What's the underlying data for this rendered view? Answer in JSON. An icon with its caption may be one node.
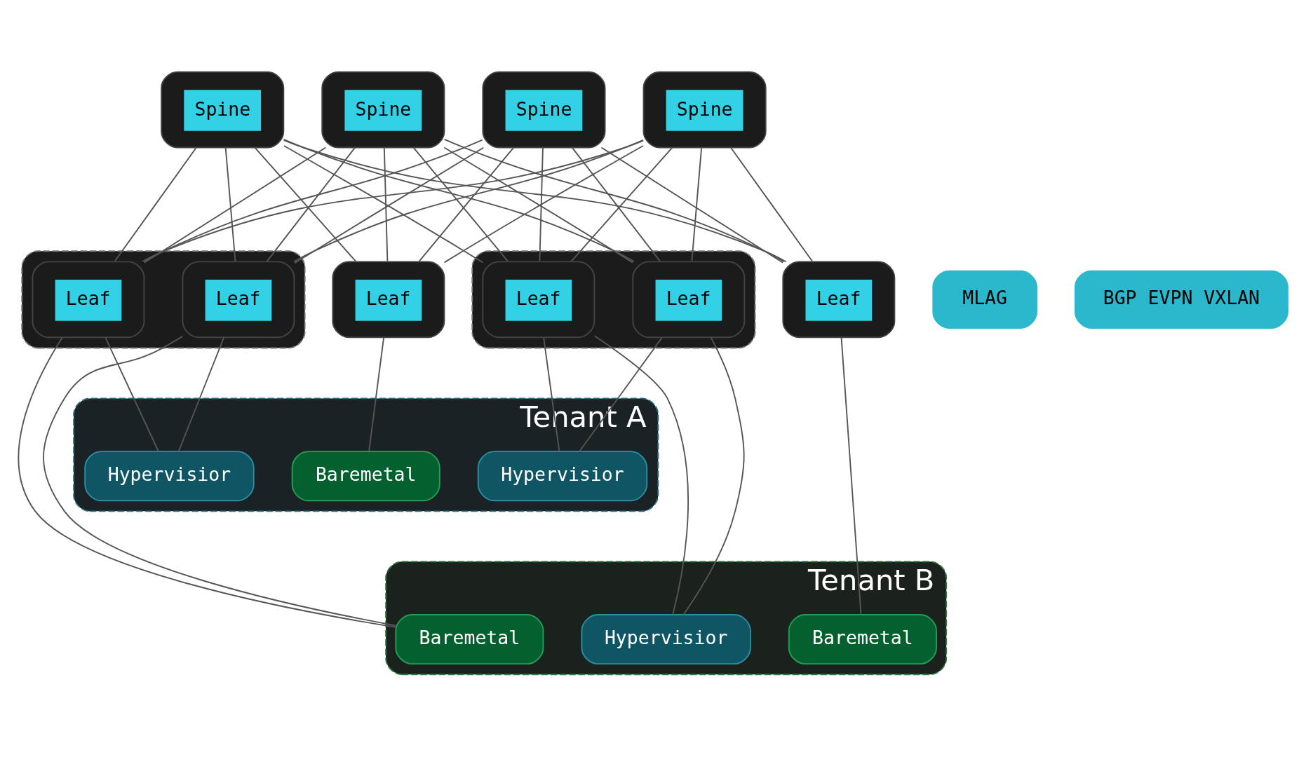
{
  "diagram": {
    "nodes": [
      {
        "text": [
          "Spine"
        ]
      },
      {
        "text": [
          "Spine"
        ]
      },
      {
        "text": [
          "Spine"
        ]
      },
      {
        "text": [
          "Spine"
        ]
      },
      {
        "text": [],
        "shape": "box"
      },
      {
        "text": [
          "Leaf"
        ],
        "in": 4
      },
      {
        "text": [
          "Leaf"
        ],
        "in": 4
      },
      {
        "text": [
          "Leaf"
        ]
      },
      {
        "text": [
          "Leaf"
        ]
      },
      {
        "text": [],
        "shape": "box"
      },
      {
        "text": [
          "Leaf"
        ],
        "in": 9
      },
      {
        "text": [
          "Leaf"
        ],
        "in": 9
      },
      {
        "text": [
          "MLAG"
        ]
      },
      {
        "text": [
          "BGP EVPN VXLAN"
        ]
      },
      {
        "text": [
          "Tenant A"
        ]
      },
      {
        "text": [
          "Hypervisior"
        ],
        "in": 14
      },
      {
        "text": [
          "Baremetal"
        ],
        "in": 14
      },
      {
        "text": [
          "Hypervisior"
        ],
        "in": 14
      },
      {
        "text": [
          "Tenant B"
        ]
      },
      {
        "text": [
          "Hypervisior"
        ],
        "in": 18
      },
      {
        "text": [
          "Baremetal"
        ],
        "in": 18
      },
      {
        "text": [
          "Baremetal"
        ],
        "in": 18
      }
    ],
    "edges": [
      {
        "from": 0,
        "to": 5,
        "arrow": "none"
      },
      {
        "from": 0,
        "to": 6,
        "arrow": "none"
      },
      {
        "from": 0,
        "to": 7,
        "arrow": "none"
      },
      {
        "from": 0,
        "to": 8,
        "arrow": "none"
      },
      {
        "from": 0,
        "to": 10,
        "arrow": "none"
      },
      {
        "from": 0,
        "to": 11,
        "arrow": "none"
      },
      {
        "from": 1,
        "to": 5,
        "arrow": "none"
      },
      {
        "from": 1,
        "to": 6,
        "arrow": "none"
      },
      {
        "from": 1,
        "to": 7,
        "arrow": "none"
      },
      {
        "from": 1,
        "to": 8,
        "arrow": "none"
      },
      {
        "from": 1,
        "to": 10,
        "arrow": "none"
      },
      {
        "from": 1,
        "to": 11,
        "arrow": "none"
      },
      {
        "from": 2,
        "to": 5,
        "arrow": "none"
      },
      {
        "from": 2,
        "to": 6,
        "arrow": "none"
      },
      {
        "from": 2,
        "to": 7,
        "arrow": "none"
      },
      {
        "from": 2,
        "to": 8,
        "arrow": "none"
      },
      {
        "from": 2,
        "to": 10,
        "arrow": "none"
      },
      {
        "from": 2,
        "to": 11,
        "arrow": "none"
      },
      {
        "from": 3,
        "to": 5,
        "arrow": "none"
      },
      {
        "from": 3,
        "to": 6,
        "arrow": "none"
      },
      {
        "from": 3,
        "to": 7,
        "arrow": "none"
      },
      {
        "from": 3,
        "to": 8,
        "arrow": "none"
      },
      {
        "from": 3,
        "to": 10,
        "arrow": "none"
      },
      {
        "from": 3,
        "to": 11,
        "arrow": "none"
      },
      {
        "from": 5,
        "to": 15,
        "arrow": "none"
      },
      {
        "from": 5,
        "to": 19,
        "arrow": "none"
      },
      {
        "from": 6,
        "to": 15,
        "arrow": "none"
      },
      {
        "from": 6,
        "to": 19,
        "arrow": "none"
      },
      {
        "from": 7,
        "to": 20,
        "arrow": "none"
      },
      {
        "from": 8,
        "to": 16,
        "arrow": "none"
      },
      {
        "from": 10,
        "to": 21,
        "arrow": "none"
      },
      {
        "from": 10,
        "to": 17,
        "arrow": "none"
      },
      {
        "from": 11,
        "to": 17,
        "arrow": "none"
      },
      {
        "from": 11,
        "to": 21,
        "arrow": "none"
      }
    ]
  }
}
